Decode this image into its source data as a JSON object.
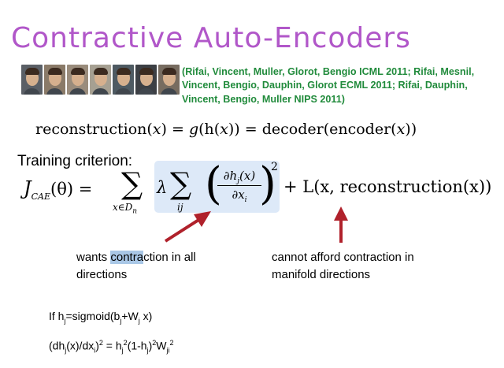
{
  "slide": {
    "title": "Contractive Auto-Encoders",
    "references": "(Rifai, Vincent, Muller, Glorot, Bengio ICML 2011; Rifai, Mesnil, Vincent, Bengio, Dauphin, Glorot ECML 2011; Rifai, Dauphin, Vincent, Bengio, Muller NIPS 2011)",
    "photos": [
      {
        "bg": "#5a5f66"
      },
      {
        "bg": "#8a7a68"
      },
      {
        "bg": "#9a8c7c"
      },
      {
        "bg": "#a6a092"
      },
      {
        "bg": "#4e5a62"
      },
      {
        "bg": "#3c3f44"
      },
      {
        "bg": "#776c60"
      }
    ],
    "recon_formula": {
      "left": "reconstruction(",
      "x1": "x",
      "mid": ") = ",
      "g": "g",
      "h_part": "(h(",
      "x2": "x",
      "rest": ")) = decoder(encoder(",
      "x3": "x",
      "end": "))"
    },
    "criterion_label": "Training criterion:",
    "criterion": {
      "J": "J",
      "J_sub": "CAE",
      "J_arg": "(θ) = ",
      "sum": "∑",
      "sum_sub": "x∈D",
      "sum_sub_n": "n",
      "lambda": "λ",
      "sum2_sub": "ij",
      "numerator": "∂h",
      "numerator_j": "j",
      "numerator_arg": "(x)",
      "denominator": "∂x",
      "denominator_i": "i",
      "power": "2",
      "loss": "+ L(x, reconstruction(x))",
      "lparen": "(",
      "rparen": ")"
    },
    "annotation_left": {
      "pre": "wants ",
      "highlight": "contra",
      "post": "ction in all",
      "line2": "directions"
    },
    "annotation_right": {
      "line1": "cannot afford contraction in",
      "line2": "manifold directions"
    },
    "sigmoid_line": {
      "a": "If h",
      "a_sub": "j",
      "b": "=sigmoid(b",
      "b_sub": "j",
      "c": "+W",
      "c_sub": "j",
      "d": " x)"
    },
    "deriv_line": {
      "a": "(dh",
      "a_sub": "j",
      "b": "(x)/dx",
      "b_sub": "i",
      "c": ")",
      "c_sup": "2",
      "d": " =  h",
      "d_sub": "j",
      "d_sup": "2",
      "e": "(1-h",
      "e_sub": "j",
      "f": ")",
      "f_sup": "2",
      "g": "W",
      "g_sub": "ji",
      "g_sup": "2"
    },
    "colors": {
      "title": "#b157c9",
      "refs": "#218b3c",
      "arrow": "#b0212b",
      "highlight_box": "#dde9f8",
      "text_highlight": "#a9c7e6"
    }
  }
}
